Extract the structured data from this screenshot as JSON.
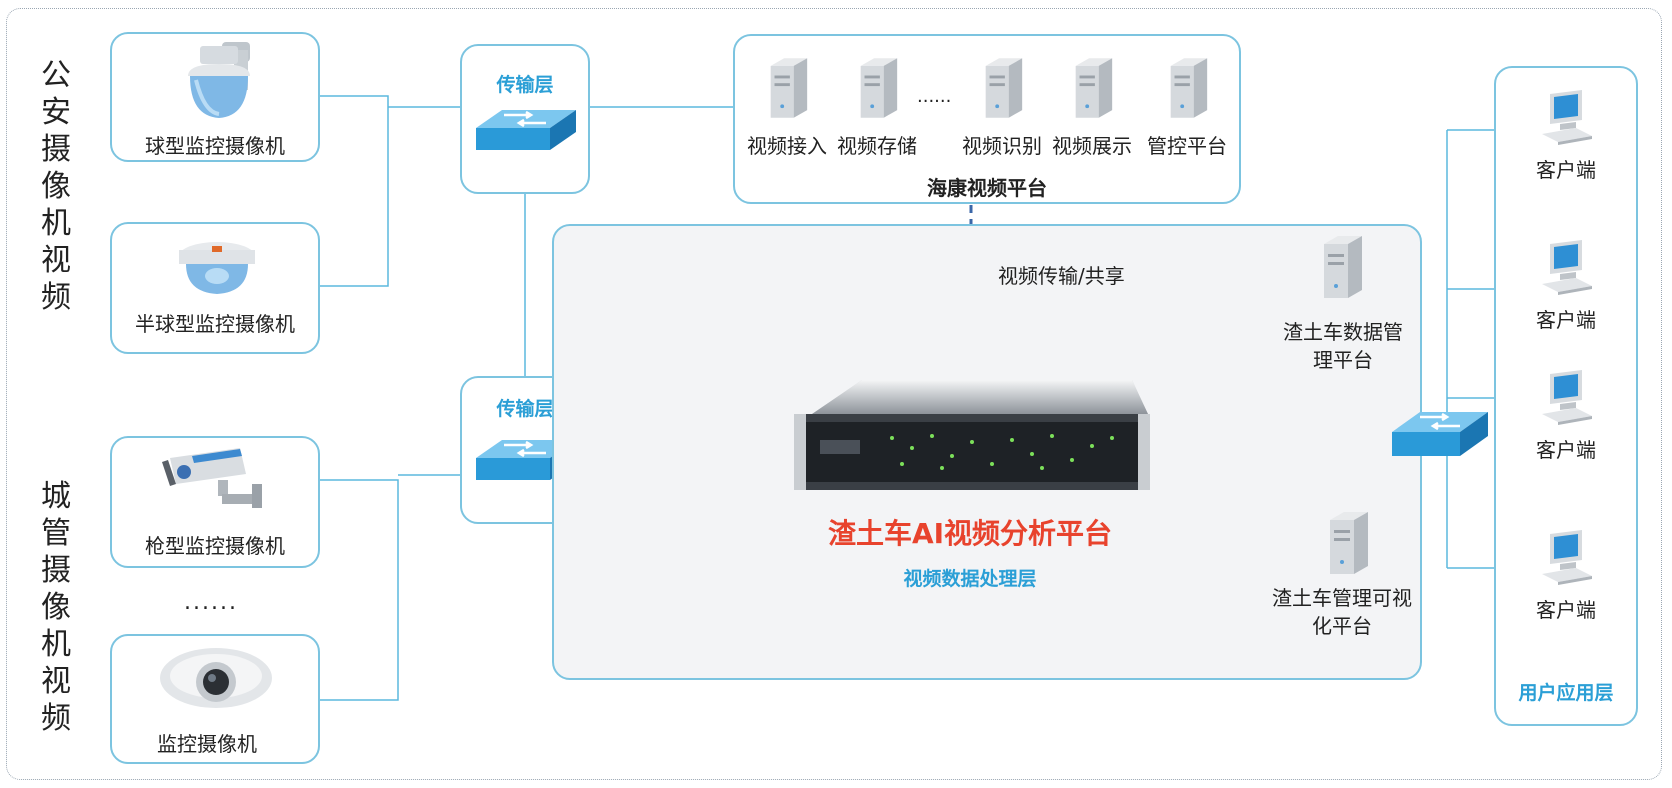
{
  "left_groups": {
    "police": "公安摄像机视频",
    "city": "城管摄像机视频"
  },
  "cameras": {
    "dome": "球型监控摄像机",
    "half_dome": "半球型监控摄像机",
    "bullet": "枪型监控摄像机",
    "ellipsis": "......",
    "generic": "监控摄像机"
  },
  "transport": {
    "top": "传输层",
    "bottom": "传输层"
  },
  "hik_platform": {
    "title": "海康视频平台",
    "servers": [
      "视频接入",
      "视频存储",
      "视频识别",
      "视频展示",
      "管控平台"
    ],
    "ellipsis": "......"
  },
  "link_label": "视频传输/共享",
  "ai_platform": {
    "title": "渣土车AI视频分析平台",
    "layer": "视频数据处理层",
    "title_color": "#e8432d",
    "layer_color": "#2b9fd6"
  },
  "side_servers": {
    "data_mgmt": "渣土车数据管理平台",
    "visual": "渣土车管理可视化平台"
  },
  "clients": {
    "items": [
      "客户端",
      "客户端",
      "客户端",
      "客户端"
    ],
    "layer": "用户应用层"
  },
  "colors": {
    "box_border": "#7cc4e0",
    "line": "#5bb8de",
    "switch": "#2a9ad8"
  }
}
